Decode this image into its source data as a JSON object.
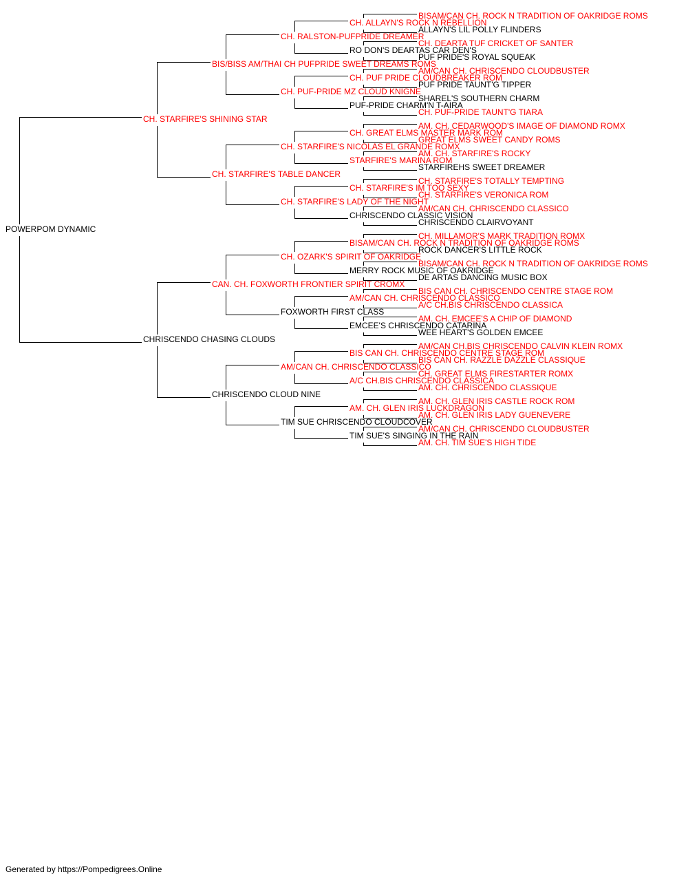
{
  "colors": {
    "champion": "#ff0000",
    "regular": "#000000",
    "line": "#000000"
  },
  "footer": "Generated by https://Pompedigrees.Online",
  "pedigree": [
    {
      "gen": 0,
      "name": "POWERPOM DYNAMIC",
      "champion": false
    },
    {
      "gen": 1,
      "name": "CH. STARFIRE'S SHINING STAR",
      "champion": true
    },
    {
      "gen": 1,
      "name": "CHRISCENDO CHASING CLOUDS",
      "champion": false
    },
    {
      "gen": 2,
      "name": "BIS/BISS AM/THAI CH PUFPRIDE SWEET DREAMS ROMS",
      "champion": true
    },
    {
      "gen": 2,
      "name": "CH. STARFIRE'S TABLE DANCER",
      "champion": true
    },
    {
      "gen": 2,
      "name": "CAN. CH. FOXWORTH FRONTIER SPIRIT CROMX",
      "champion": true
    },
    {
      "gen": 2,
      "name": "CHRISCENDO CLOUD NINE",
      "champion": false
    },
    {
      "gen": 3,
      "name": "CH. RALSTON-PUFPRIDE DREAMER",
      "champion": true
    },
    {
      "gen": 3,
      "name": "CH. PUF-PRIDE MZ CLOUD KNIGNE",
      "champion": true
    },
    {
      "gen": 3,
      "name": "CH. STARFIRE'S NICOLAS EL GRANDE ROMX",
      "champion": true
    },
    {
      "gen": 3,
      "name": "CH. STARFIRE'S LADY OF THE NIGHT",
      "champion": true
    },
    {
      "gen": 3,
      "name": "CH. OZARK'S SPIRIT OF OAKRIDGE",
      "champion": true
    },
    {
      "gen": 3,
      "name": "FOXWORTH FIRST CLASS",
      "champion": false
    },
    {
      "gen": 3,
      "name": "AM/CAN CH. CHRISCENDO CLASSICO",
      "champion": true
    },
    {
      "gen": 3,
      "name": "TIM SUE CHRISCENDO CLOUDCOVER",
      "champion": false
    },
    {
      "gen": 4,
      "name": "CH. ALLAYN'S ROCK N REBELLION",
      "champion": true
    },
    {
      "gen": 4,
      "name": "RO DON'S DEARTAS CAR DEN'S",
      "champion": false
    },
    {
      "gen": 4,
      "name": "CH. PUF PRIDE CLOUDBREAKER ROM",
      "champion": true
    },
    {
      "gen": 4,
      "name": "PUF-PRIDE CHARM'N T-AIRA",
      "champion": false
    },
    {
      "gen": 4,
      "name": "CH. GREAT ELMS MASTER MARK ROM",
      "champion": true
    },
    {
      "gen": 4,
      "name": "STARFIRE'S MARINA ROM",
      "champion": true
    },
    {
      "gen": 4,
      "name": "CH. STARFIRE'S IM TOO SEXY",
      "champion": true
    },
    {
      "gen": 4,
      "name": "CHRISCENDO CLASSIC VISION",
      "champion": false
    },
    {
      "gen": 4,
      "name": "BISAM/CAN CH. ROCK N TRADITION OF OAKRIDGE ROMS",
      "champion": true
    },
    {
      "gen": 4,
      "name": "MERRY ROCK MUSIC OF OAKRIDGE",
      "champion": false
    },
    {
      "gen": 4,
      "name": "AM/CAN CH. CHRISCENDO CLASSICO",
      "champion": true
    },
    {
      "gen": 4,
      "name": "EMCEE'S CHRISCENDO CATARINA",
      "champion": false
    },
    {
      "gen": 4,
      "name": "BIS CAN CH. CHRISCENDO CENTRE STAGE ROM",
      "champion": true
    },
    {
      "gen": 4,
      "name": "A/C CH.BIS CHRISCENDO CLASSICA",
      "champion": true
    },
    {
      "gen": 4,
      "name": "AM. CH. GLEN IRIS LUCKDRAGON",
      "champion": true
    },
    {
      "gen": 4,
      "name": "TIM SUE'S SINGING IN THE RAIN",
      "champion": false
    },
    {
      "gen": 5,
      "name": "BISAM/CAN CH. ROCK N TRADITION OF OAKRIDGE ROMS",
      "champion": true
    },
    {
      "gen": 5,
      "name": "ALLAYN'S LIL POLLY FLINDERS",
      "champion": false
    },
    {
      "gen": 5,
      "name": "CH. DEARTA TUF CRICKET OF SANTER",
      "champion": true
    },
    {
      "gen": 5,
      "name": "PUF PRIDE'S ROYAL SQUEAK",
      "champion": false
    },
    {
      "gen": 5,
      "name": "AM/CAN CH. CHRISCENDO CLOUDBUSTER",
      "champion": true
    },
    {
      "gen": 5,
      "name": "PUF PRIDE TAUNT'G TIPPER",
      "champion": false
    },
    {
      "gen": 5,
      "name": "SHAREL'S SOUTHERN CHARM",
      "champion": false
    },
    {
      "gen": 5,
      "name": "CH. PUF-PRIDE TAUNT'G TIARA",
      "champion": true
    },
    {
      "gen": 5,
      "name": "AM. CH. CEDARWOOD'S IMAGE OF DIAMOND ROMX",
      "champion": true
    },
    {
      "gen": 5,
      "name": "GREAT ELMS SWEET CANDY ROMS",
      "champion": true
    },
    {
      "gen": 5,
      "name": "AM. CH. STARFIRE'S ROCKY",
      "champion": true
    },
    {
      "gen": 5,
      "name": "STARFIREHS SWEET DREAMER",
      "champion": false
    },
    {
      "gen": 5,
      "name": "CH. STARFIRE'S TOTALLY TEMPTING",
      "champion": true
    },
    {
      "gen": 5,
      "name": "CH. STARFIRE'S VERONICA ROM",
      "champion": true
    },
    {
      "gen": 5,
      "name": "AM/CAN CH. CHRISCENDO CLASSICO",
      "champion": true
    },
    {
      "gen": 5,
      "name": "CHRISCENDO CLAIRVOYANT",
      "champion": false
    },
    {
      "gen": 5,
      "name": "CH. MILLAMOR'S MARK TRADITION ROMX",
      "champion": true
    },
    {
      "gen": 5,
      "name": "ROCK DANCER'S LITTLE ROCK",
      "champion": false
    },
    {
      "gen": 5,
      "name": "BISAM/CAN CH. ROCK N TRADITION OF OAKRIDGE ROMS",
      "champion": true
    },
    {
      "gen": 5,
      "name": "DE ARTAS DANCING MUSIC BOX",
      "champion": false
    },
    {
      "gen": 5,
      "name": "BIS CAN CH. CHRISCENDO CENTRE STAGE ROM",
      "champion": true
    },
    {
      "gen": 5,
      "name": "A/C CH.BIS CHRISCENDO CLASSICA",
      "champion": true
    },
    {
      "gen": 5,
      "name": "AM. CH. EMCEE'S A CHIP OF DIAMOND",
      "champion": true
    },
    {
      "gen": 5,
      "name": "WEE HEART'S GOLDEN EMCEE",
      "champion": false
    },
    {
      "gen": 5,
      "name": "AM/CAN CH.BIS CHRISCENDO CALVIN KLEIN ROMX",
      "champion": true
    },
    {
      "gen": 5,
      "name": "BIS CAN CH. RAZZLE DAZZLE CLASSIQUE",
      "champion": true
    },
    {
      "gen": 5,
      "name": "CH. GREAT ELMS FIRESTARTER ROMX",
      "champion": true
    },
    {
      "gen": 5,
      "name": "AM. CH. CHRISCENDO CLASSIQUE",
      "champion": true
    },
    {
      "gen": 5,
      "name": "AM. CH. GLEN IRIS CASTLE ROCK ROM",
      "champion": true
    },
    {
      "gen": 5,
      "name": "AM. CH. GLEN IRIS LADY GUENEVERE",
      "champion": true
    },
    {
      "gen": 5,
      "name": "AM/CAN CH. CHRISCENDO CLOUDBUSTER",
      "champion": true
    },
    {
      "gen": 5,
      "name": "AM. CH. TIM SUE'S HIGH TIDE",
      "champion": true
    }
  ]
}
